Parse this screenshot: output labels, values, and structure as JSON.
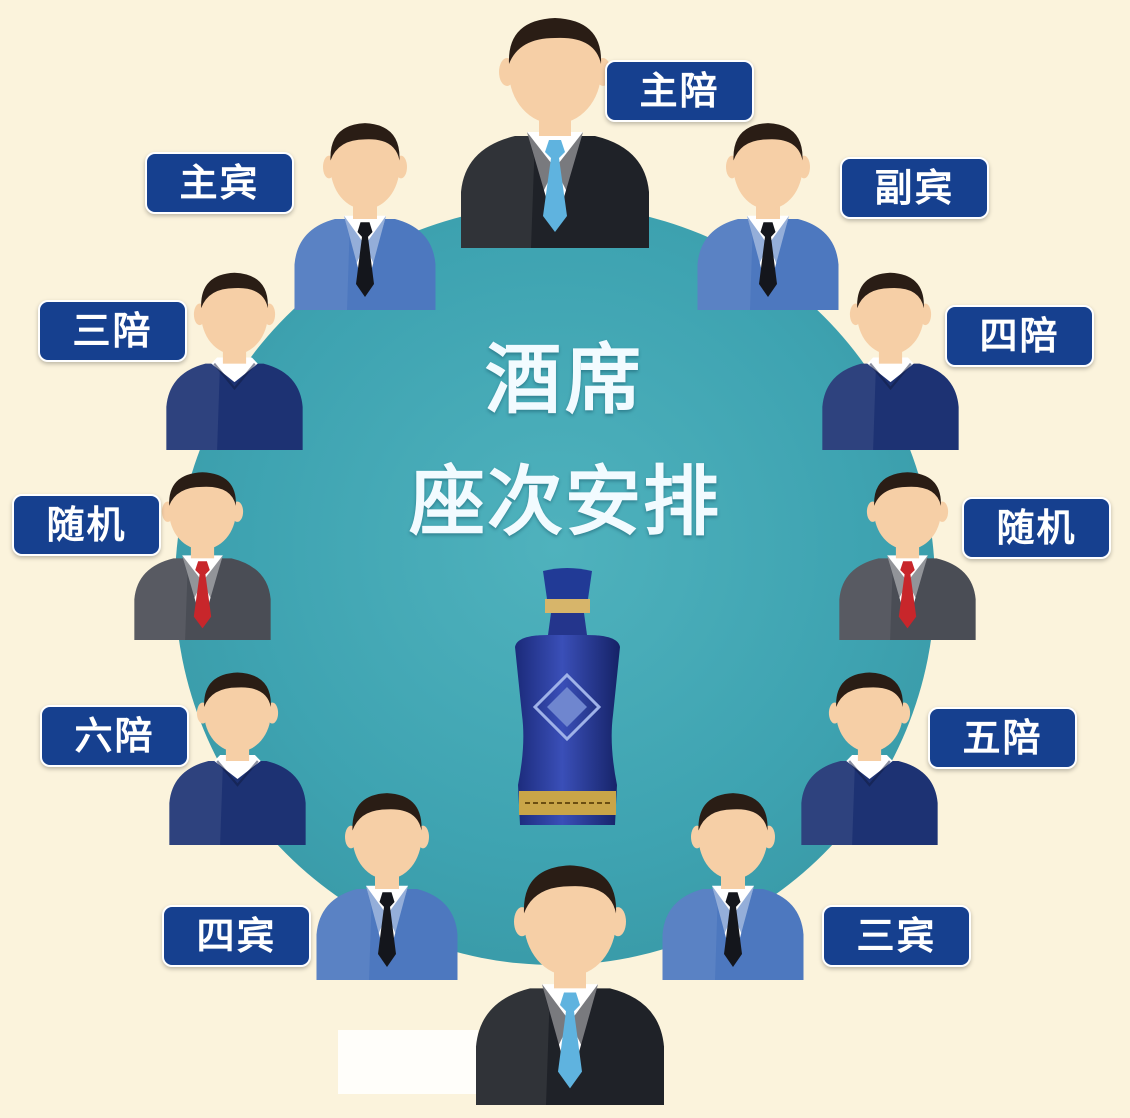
{
  "title": {
    "line1": "酒席",
    "line2": "座次安排"
  },
  "seats": [
    {
      "id": "host",
      "label": "主陪",
      "suit": "dark",
      "tie": "blue"
    },
    {
      "id": "guest-main",
      "label": "主宾",
      "suit": "blue",
      "tie": "black"
    },
    {
      "id": "guest-deputy",
      "label": "副宾",
      "suit": "blue",
      "tie": "black"
    },
    {
      "id": "third-host",
      "label": "三陪",
      "suit": "navy",
      "tie": "none"
    },
    {
      "id": "fourth-host",
      "label": "四陪",
      "suit": "navy",
      "tie": "none"
    },
    {
      "id": "random-left",
      "label": "随机",
      "suit": "gray",
      "tie": "red"
    },
    {
      "id": "random-right",
      "label": "随机",
      "suit": "gray",
      "tie": "red"
    },
    {
      "id": "sixth-host",
      "label": "六陪",
      "suit": "navy",
      "tie": "none"
    },
    {
      "id": "fifth-host",
      "label": "五陪",
      "suit": "navy",
      "tie": "none"
    },
    {
      "id": "fourth-guest",
      "label": "四宾",
      "suit": "blue",
      "tie": "black"
    },
    {
      "id": "third-guest",
      "label": "三宾",
      "suit": "blue",
      "tie": "black"
    },
    {
      "id": "deputy-host",
      "label": "",
      "suit": "dark",
      "tie": "blue"
    }
  ],
  "colors": {
    "background": "#fbf3dc",
    "table": "#3ea3b1",
    "label_bg": "#16408f",
    "suit_dark": "#1f2228",
    "suit_blue": "#4d78bf",
    "suit_navy": "#1d3273",
    "suit_gray": "#4a4d55",
    "tie_blue": "#5fb3df",
    "tie_black": "#14161c",
    "tie_red": "#c8262b",
    "skin": "#f6cfa6",
    "hair": "#2a1d15"
  },
  "icons": {
    "centerpiece": "liquor-bottle-icon",
    "person": "businessman-icon"
  }
}
